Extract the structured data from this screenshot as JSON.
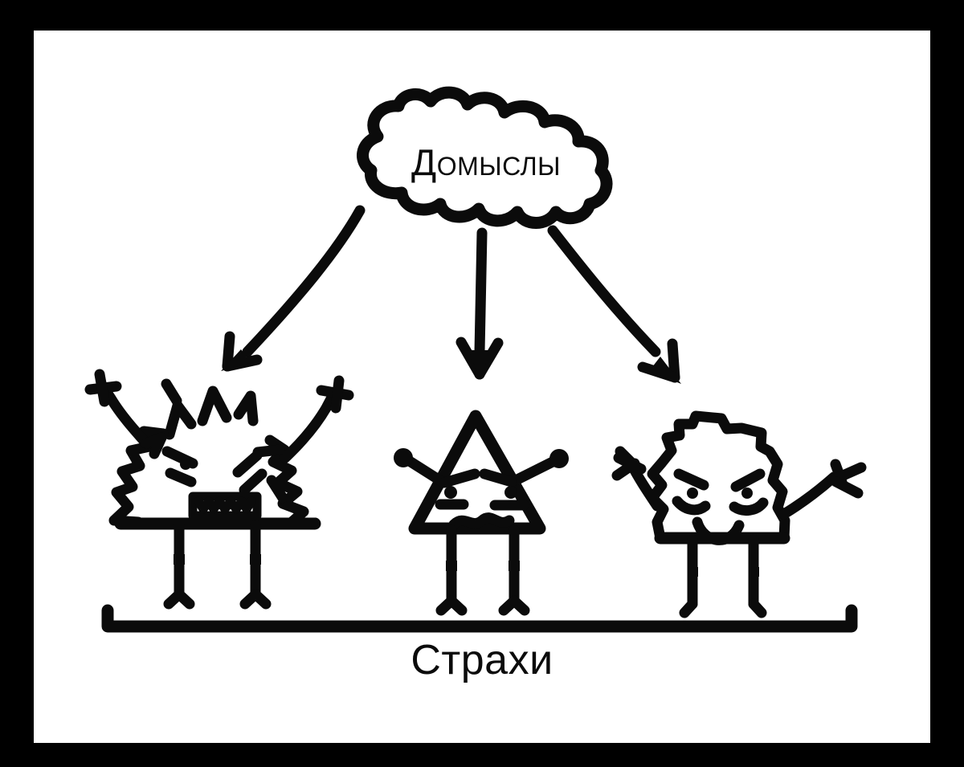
{
  "diagram": {
    "title_top": "Домыслы",
    "title_bottom": "Страхи",
    "frame_color": "#000000",
    "canvas_color": "#ffffff",
    "ink_color": "#0b0b0b",
    "style": "hand-drawn doodle",
    "arrows": [
      {
        "name": "arrow-left",
        "from": "cloud",
        "to": "character-left",
        "direction": "down-left"
      },
      {
        "name": "arrow-middle",
        "from": "cloud",
        "to": "character-middle",
        "direction": "down"
      },
      {
        "name": "arrow-right",
        "from": "cloud",
        "to": "character-right",
        "direction": "down-right"
      }
    ],
    "characters": [
      {
        "name": "character-left",
        "shape": "spiky-monster",
        "expression": "angry-toothy-grin",
        "arms": "both-raised"
      },
      {
        "name": "character-middle",
        "shape": "triangle",
        "expression": "angry-wavy-mouth",
        "arms": "outstretched"
      },
      {
        "name": "character-right",
        "shape": "blob",
        "expression": "smiling",
        "arms": "both-raised"
      }
    ],
    "baseline_bracket": {
      "name": "baseline-bracket",
      "label": "Страхи"
    }
  }
}
